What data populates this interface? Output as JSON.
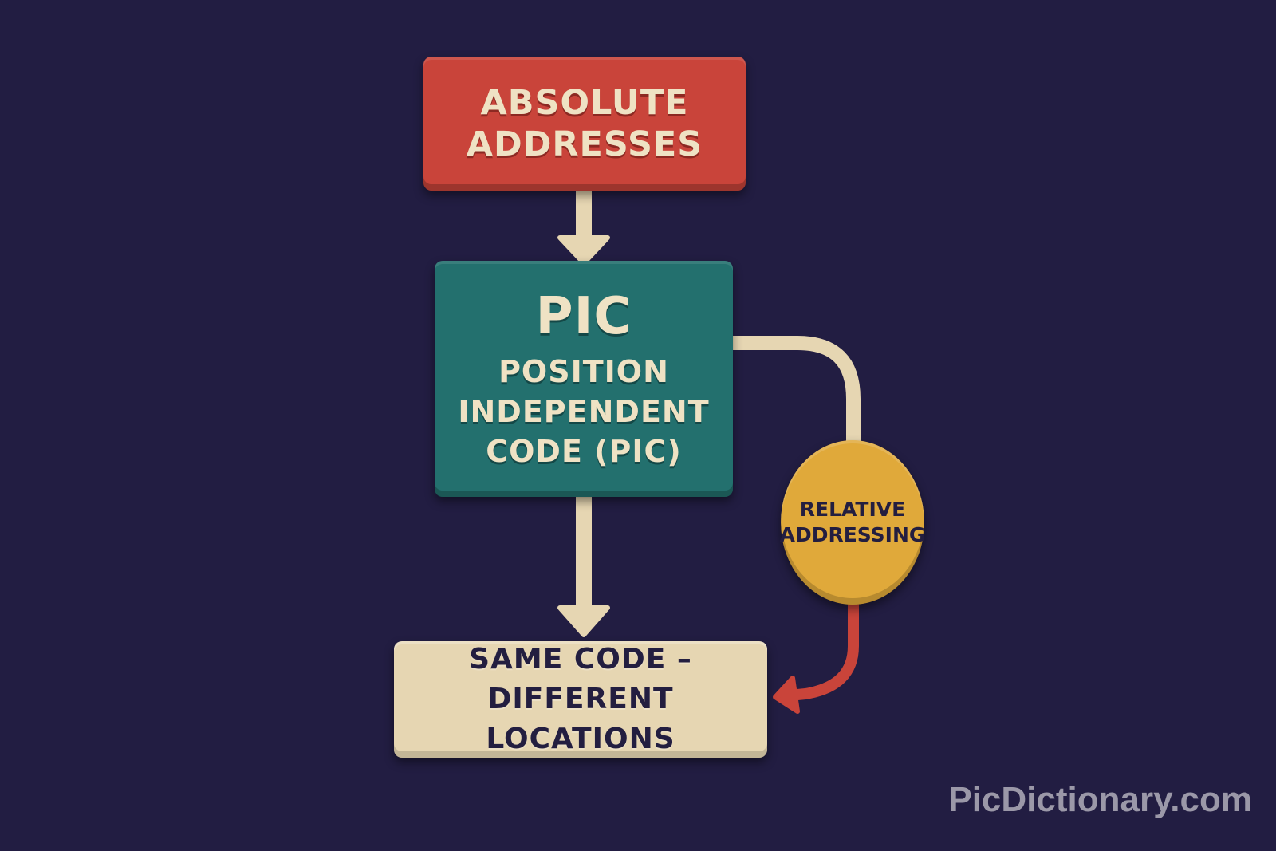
{
  "diagram": {
    "nodes": [
      {
        "id": "absolute",
        "lines": [
          "ABSOLUTE",
          "ADDRESSES"
        ],
        "color": "#c9443a",
        "shape": "rounded-rect"
      },
      {
        "id": "pic",
        "title": "PIC",
        "lines": [
          "POSITION",
          "INDEPENDENT",
          "CODE (PIC)"
        ],
        "color": "#23706e",
        "shape": "rounded-rect"
      },
      {
        "id": "relative",
        "lines": [
          "RELATIVE",
          "ADDRESSING"
        ],
        "color": "#e0a93a",
        "shape": "circle"
      },
      {
        "id": "same",
        "lines": [
          "SAME CODE –",
          "DIFFERENT LOCATIONS"
        ],
        "color": "#e6d6b2",
        "shape": "rounded-rect"
      }
    ],
    "edges": [
      {
        "from": "absolute",
        "to": "pic",
        "color": "#e6d6b2"
      },
      {
        "from": "pic",
        "to": "same",
        "color": "#e6d6b2"
      },
      {
        "from": "pic",
        "to": "relative",
        "color": "#e6d6b2"
      },
      {
        "from": "relative",
        "to": "same",
        "color": "#c9443a"
      }
    ]
  },
  "colors": {
    "background": "#221d42",
    "text_light": "#efe2c4",
    "text_dark": "#231e40",
    "connector": "#e6d6b2",
    "connector_red": "#c9443a"
  },
  "watermark": "PicDictionary.com"
}
